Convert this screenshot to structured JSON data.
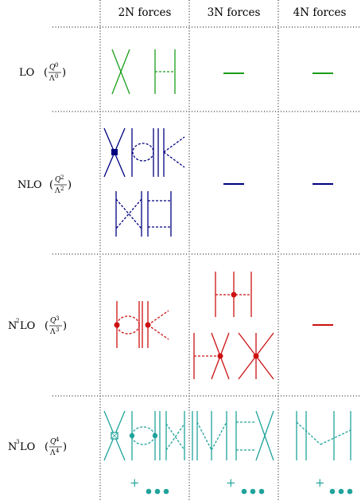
{
  "headers": {
    "col1": "2N forces",
    "col2": "3N forces",
    "col3": "4N forces"
  },
  "orders": [
    {
      "id": "LO",
      "prefix": "",
      "sup": "",
      "name": "LO",
      "q_exp": "0",
      "l_exp": "0",
      "color": "#1a9e1a"
    },
    {
      "id": "NLO",
      "prefix": "",
      "sup": "",
      "name": "NLO",
      "q_exp": "2",
      "l_exp": "2",
      "color": "#000080"
    },
    {
      "id": "N2LO",
      "prefix": "N",
      "sup": "2",
      "name": "LO",
      "q_exp": "3",
      "l_exp": "3",
      "color": "#cc1111"
    },
    {
      "id": "N3LO",
      "prefix": "N",
      "sup": "3",
      "name": "LO",
      "q_exp": "4",
      "l_exp": "4",
      "color": "#1fa39a"
    }
  ],
  "symbols": {
    "Q": "Q",
    "Lambda": "Λ",
    "open_paren": "(",
    "close_paren": ")",
    "plus": "+"
  },
  "colors": {
    "grid": "#000000",
    "lo": "#1a9e1a",
    "nlo": "#000080",
    "n2lo": "#cc1111",
    "n3lo": "#1fa39a"
  }
}
